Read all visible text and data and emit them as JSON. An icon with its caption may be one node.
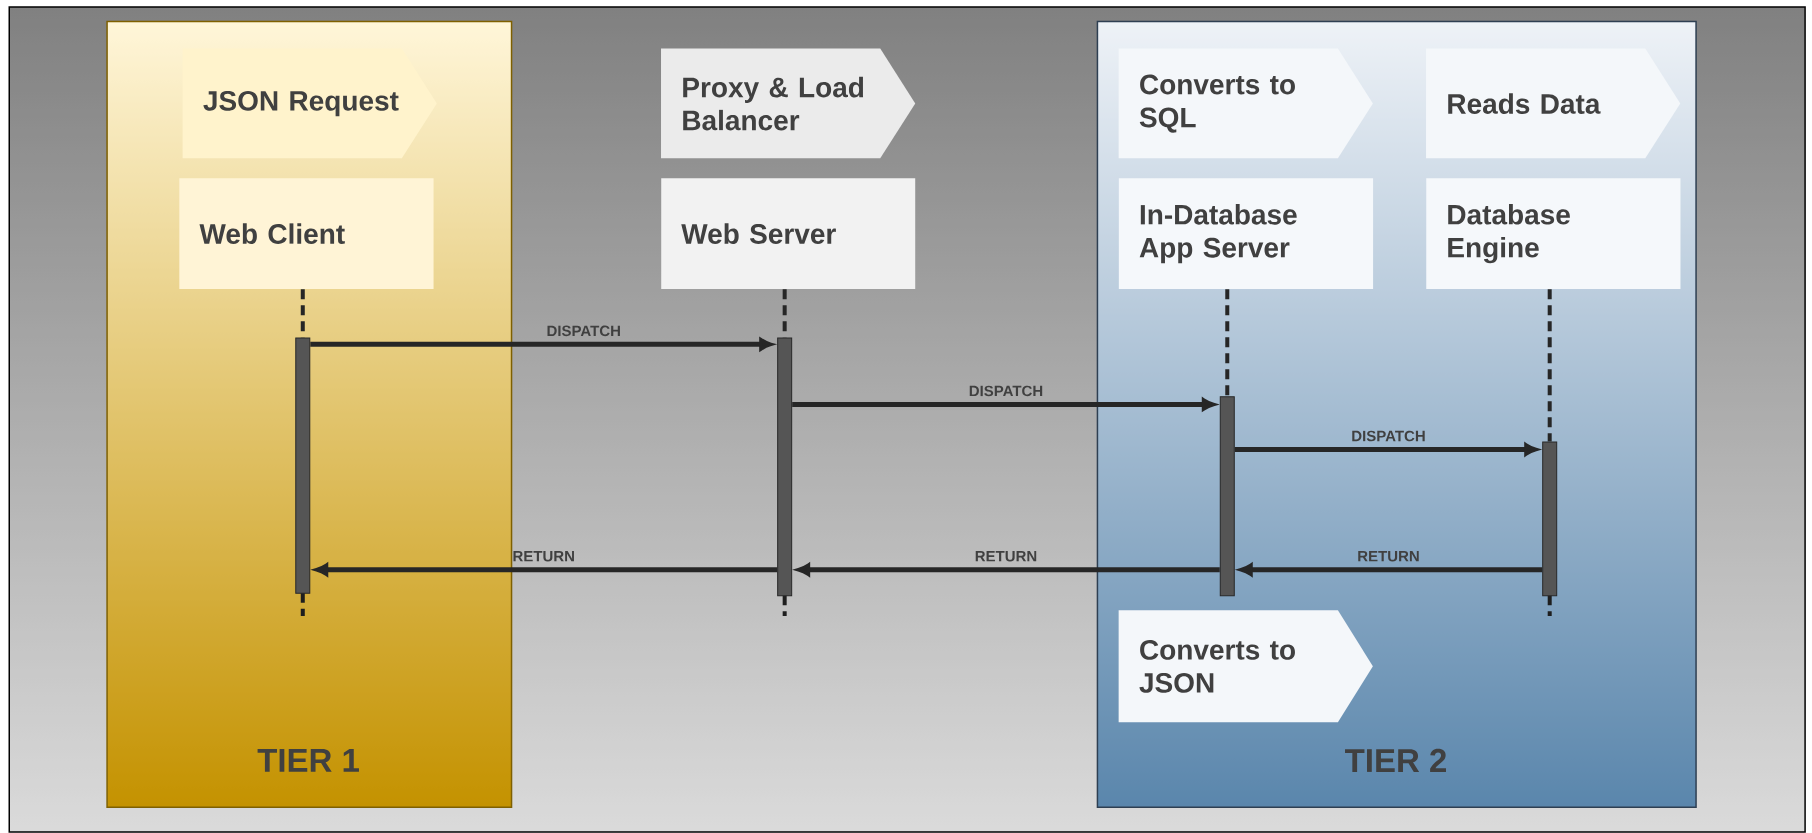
{
  "diagram": {
    "nodes": [
      {
        "text": [
          "TIER 1"
        ]
      },
      {
        "text": [
          "JSON Request"
        ],
        "in": 0
      },
      {
        "text": [
          "Web Client"
        ],
        "in": 0
      },
      {
        "text": [
          "Proxy & Load Balancer"
        ]
      },
      {
        "text": [
          "Web Server"
        ]
      },
      {
        "text": [
          "TIER 2"
        ]
      },
      {
        "text": [
          "Converts to SQL"
        ],
        "in": 5
      },
      {
        "text": [
          "Reads Data"
        ],
        "in": 5
      },
      {
        "text": [
          "In-Database App Server"
        ],
        "in": 5
      },
      {
        "text": [
          "Database Engine"
        ],
        "in": 5
      },
      {
        "text": [
          "Converts to JSON"
        ],
        "in": 5
      },
      {
        "text": [],
        "shape": "bar",
        "in": 0
      },
      {
        "text": [],
        "shape": "bar"
      },
      {
        "text": [],
        "shape": "bar",
        "in": 5
      },
      {
        "text": [],
        "shape": "bar",
        "in": 5
      }
    ],
    "edges": [
      {
        "from": 11,
        "to": 12,
        "arrow": "to",
        "label": "DISPATCH"
      },
      {
        "from": 12,
        "to": 13,
        "arrow": "to",
        "label": "DISPATCH"
      },
      {
        "from": 13,
        "to": 14,
        "arrow": "to",
        "label": "DISPATCH"
      },
      {
        "from": 14,
        "to": 13,
        "arrow": "to",
        "label": "RETURN"
      },
      {
        "from": 13,
        "to": 12,
        "arrow": "to",
        "label": "RETURN"
      },
      {
        "from": 12,
        "to": 11,
        "arrow": "to",
        "label": "RETURN"
      },
      {
        "from": 2,
        "to": 11,
        "arrow": "none",
        "style": "dashed"
      },
      {
        "from": 4,
        "to": 12,
        "arrow": "none",
        "style": "dashed"
      },
      {
        "from": 8,
        "to": 13,
        "arrow": "none",
        "style": "dashed"
      },
      {
        "from": 9,
        "to": 14,
        "arrow": "none",
        "style": "dashed"
      }
    ]
  }
}
